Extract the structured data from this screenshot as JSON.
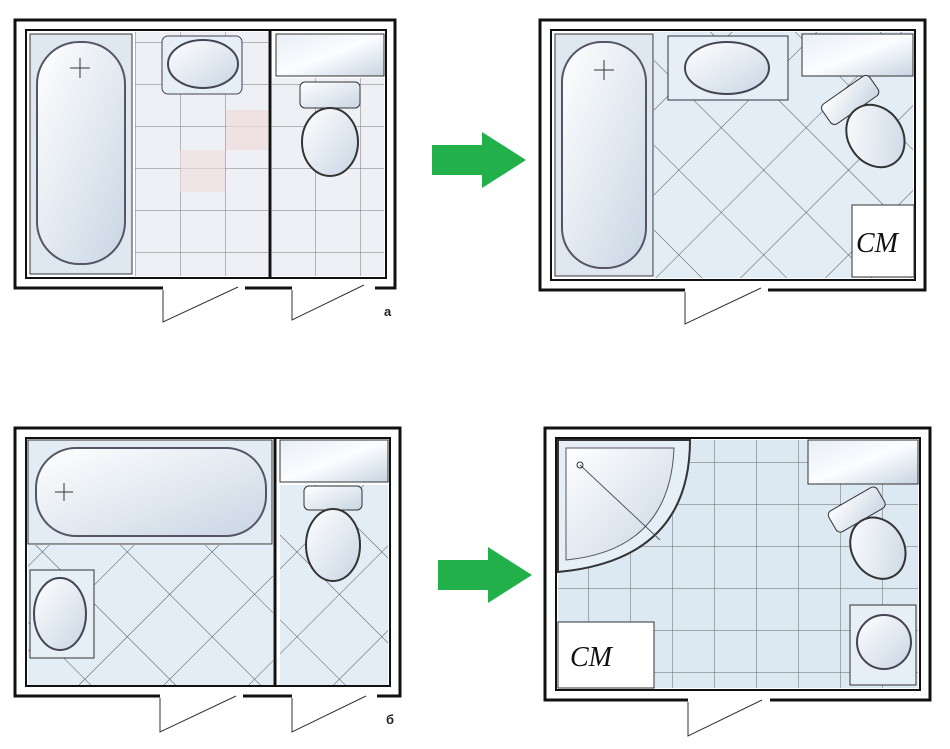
{
  "plans": {
    "a": {
      "label": "а",
      "after_appliance_label": "СМ"
    },
    "b": {
      "label": "б",
      "after_appliance_label": "СМ"
    }
  },
  "colors": {
    "arrow": "#22b04b",
    "tile_blue": "#dce9f3",
    "tile_pink": "#f1dcdc",
    "wall": "#111111",
    "fixture_fill": "#f4f8fc",
    "fixture_edge": "#7d8fa3"
  }
}
